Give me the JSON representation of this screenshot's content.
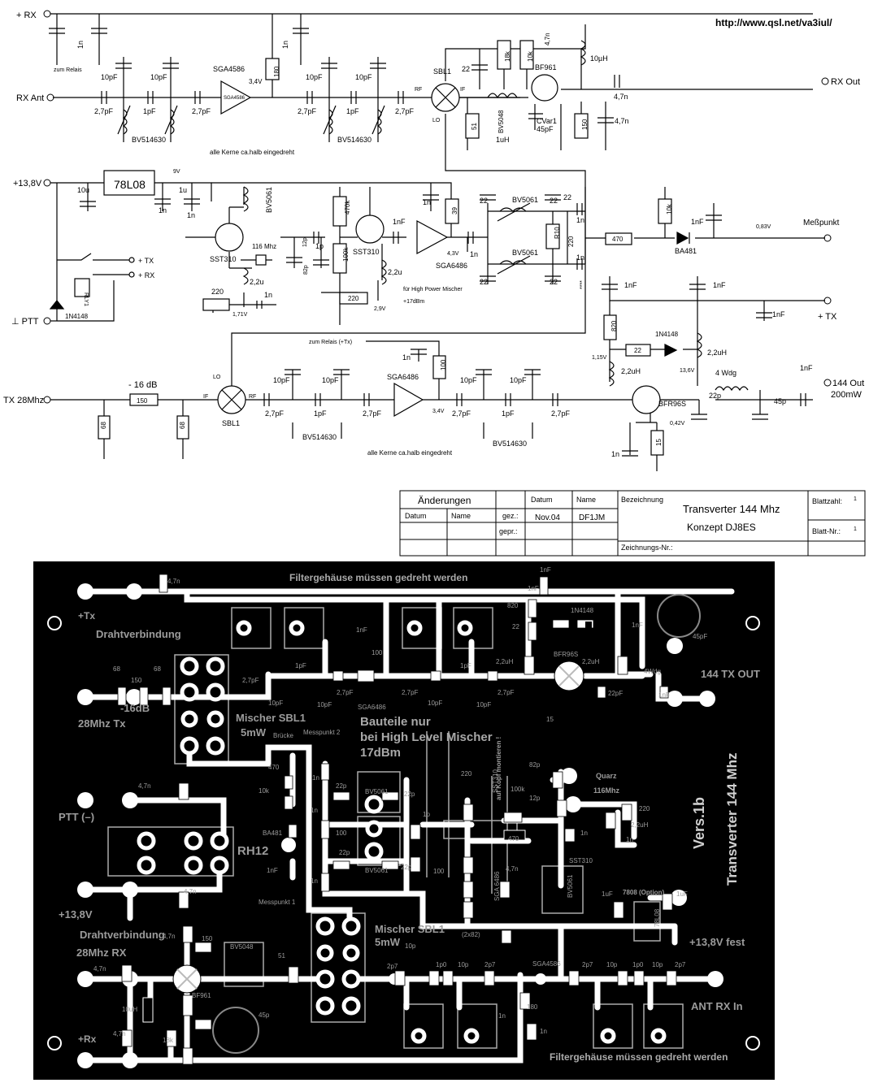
{
  "schematic": {
    "url": "http://www.qsl.net/va3iul/",
    "ports": {
      "rx": "+ RX",
      "rx_ant": "RX Ant",
      "rx_out": "RX Out",
      "v13_8": "+13,8V",
      "tx": "+ TX",
      "rx_sw": "+ RX",
      "ptt": "⊥ PTT",
      "tx28": "TX 28Mhz",
      "tx_right": "+ TX",
      "messpunkt": "Meßpunkt",
      "out144": "144 Out",
      "out_power": "200mW"
    },
    "rx_chain": {
      "c1n_a": "1n",
      "zum_relais": "zum Relais",
      "c10p_a": "10pF",
      "c10p_b": "10pF",
      "c27_a": "2,7pF",
      "c1p_a": "1pF",
      "c27_b": "2,7pF",
      "bv_a": "BV514630",
      "sga_name": "SGA4586",
      "sga_inner": "SGA4586",
      "r180": "180",
      "v34": "3,4V",
      "c1n_b": "1n",
      "c10p_c": "10pF",
      "c10p_d": "10pF",
      "c27_c": "2,7pF",
      "c1p_b": "1pF",
      "c27_d": "2,7pF",
      "bv_b": "BV514630",
      "kerne": "alle Kerne ca.halb eingedreht",
      "sbl": "SBL1",
      "rf": "RF",
      "if": "IF",
      "lo": "LO",
      "r51": "51",
      "c22": "22",
      "r18k": "18k",
      "r10k": "10k",
      "c47n_a": "4,7n",
      "l10u": "10µH",
      "bf961": "BF961",
      "bv5048": "BV5048",
      "l1u": "1uH",
      "cvar": "CVar1",
      "c45p": "45pF",
      "r150": "150",
      "c47n_b": "4,7n",
      "c47n_c": "4,7n"
    },
    "lo_chain": {
      "reg": "78L08",
      "v9": "9V",
      "c10u": "10u",
      "c1u": "1u",
      "c1n_a": "1n",
      "c1n_b": "1n",
      "bv5061": "BV5061",
      "sst310": "SST310",
      "xtal": "116 Mhz",
      "c12p": "12p",
      "c82p": "82p",
      "c1p": "1p",
      "l22u": "2,2u",
      "r220": "220",
      "c1n_c": "1n",
      "v171": "1,71V",
      "r470k": "470k",
      "r100k": "100k",
      "sst310b": "SST310",
      "l22u_b": "2,2u",
      "r220b": "220",
      "v29": "2,9V",
      "c1nF": "1nF",
      "sga6486": "SGA6486",
      "v43": "4,3V",
      "r39": "39",
      "c1n_d": "1n",
      "c1n_e": "1n",
      "note_hp": "für High Power Mischer",
      "note_dbm": "+17dBm"
    },
    "filter": {
      "c22_a": "22",
      "c22_b": "22",
      "c22_c": "22",
      "c22_d": "22",
      "c22_e": "22",
      "bv_a": "BV5061",
      "bv_b": "BV5061",
      "r10": "R10",
      "r220": "220",
      "c1n_a": "1n",
      "c1n_b": "1n",
      "r470": "470",
      "r10k": "10k",
      "c1nF": "1nF",
      "ba481": "BA481",
      "v083": "0,83V",
      "stars": "****"
    },
    "relay": {
      "rly": "RLY1",
      "diode": "1N4148"
    },
    "tx_chain": {
      "db": "- 16 dB",
      "r150": "150",
      "r68a": "68",
      "r68b": "68",
      "if": "IF",
      "rf": "RF",
      "lo": "LO",
      "sbl": "SBL1",
      "c10p_a": "10pF",
      "c10p_b": "10pF",
      "c27_a": "2,7pF",
      "c1p_a": "1pF",
      "c27_b": "2,7pF",
      "bv_a": "BV514630",
      "zum_relais": "zum Relais (+Tx)",
      "c1n": "1n",
      "sga": "SGA6486",
      "r100": "100",
      "v34": "3,4V",
      "c10p_c": "10pF",
      "c10p_d": "10pF",
      "c27_c": "2,7pF",
      "c1p_b": "1pF",
      "c27_d": "2,7pF",
      "bv_b": "BV514630",
      "kerne": "alle Kerne ca.halb eingedreht",
      "c1nF_a": "1nF",
      "c1nF_b": "1nF",
      "c1nF_c": "1nF",
      "r820": "820",
      "r22": "22",
      "d1n4148": "1N4148",
      "l22uh_a": "2,2uH",
      "l22uh_b": "2,2uH",
      "v115": "1,15V",
      "v136": "13,6V",
      "wdg": "4 Wdg",
      "c22p": "22p",
      "c45p": "45p",
      "bfr96s": "BFR96S",
      "v042": "0,42V",
      "r15": "15",
      "c1n_b": "1n",
      "c1nF_d": "1nF"
    },
    "title_block": {
      "aenderungen": "Änderungen",
      "datum": "Datum",
      "name": "Name",
      "datum2": "Datum",
      "name2": "Name",
      "gez": "gez.:",
      "gepr": "gepr.:",
      "date": "Nov.04",
      "author": "DF1JM",
      "bezeichnung": "Bezeichnung",
      "title": "Transverter 144 Mhz",
      "subtitle": "Konzept DJ8ES",
      "blattzahl": "Blattzahl:",
      "blattzahl_v": "1",
      "blattnr": "Blatt-Nr.:",
      "blattnr_v": "1",
      "zeichnr": "Zeichnungs-Nr.:"
    }
  },
  "pcb": {
    "filter_top": "Filtergehäuse müssen gedreht werden",
    "filter_bottom": "Filtergehäuse müssen gedreht werden",
    "plus_tx": "+Tx",
    "drahtverbindung_a": "Drahtverbindung",
    "drahtverbindung_b": "Drahtverbindung",
    "db16": "-16dB",
    "tx28": "28Mhz Tx",
    "mischer_a": "Mischer SBL1",
    "mw_a": "5mW",
    "ptt": "PTT (–)",
    "rh12": "RH12",
    "v138": "+13,8V",
    "rx28": "28Mhz RX",
    "mischer_b": "Mischer SBL1",
    "mw_b": "5mW",
    "plus_rx": "+Rx",
    "ant_rx": "ANT RX In",
    "tx144": "144 TX OUT",
    "bauteile_1": "Bauteile nur",
    "bauteile_2": "bei High Level Mischer",
    "bauteile_3": "17dBm",
    "vers": "Vers.1b",
    "title": "Transverter 144 Mhz",
    "fest": "+13,8V fest",
    "quarz": "Quarz",
    "q116": "116Mhz",
    "reg_opt": "7808 (Option)",
    "kopf": "auf Kopf montieren !",
    "small": {
      "c47a": "4,7n",
      "r68a": "68",
      "r150": "150",
      "r68b": "68",
      "c27a": "2,7pF",
      "c10a": "10pF",
      "c1a": "1pF",
      "c10b": "10pF",
      "c27b": "2,7pF",
      "sga6486": "SGA6486",
      "c100": "100",
      "c1nF_a": "1nF",
      "c27c": "2,7pF",
      "c10c": "10pF",
      "c1b": "1pF",
      "c10d": "10pF",
      "c27d": "2,7pF",
      "r820": "820",
      "r22": "22",
      "d4148": "1N4148",
      "bfr96": "BFR96S",
      "l22a": "2,2uH",
      "l22b": "2,2uH",
      "c1nF_b": "1nF",
      "wdg": "4Wdg",
      "c22p": "22pF",
      "c1nF_c": "1nF",
      "r15": "15",
      "c45p": "45pF",
      "c1nF_d": "1nF",
      "c1nF_e": "1nF",
      "bruecke": "Brücke",
      "mess2": "Messpunkt 2",
      "r470": "470",
      "r10k": "10k",
      "ba481": "BA481",
      "c1nF_f": "1nF",
      "c22p_a": "22p",
      "c22p_b": "22p",
      "c22p_c": "22p",
      "c22p_d": "22p",
      "bv5061a": "BV5061",
      "bv5061b": "BV5061",
      "r100": "100",
      "c1n_a": "1n",
      "c1n_b": "1n",
      "c1n_c": "1n",
      "r100b": "100",
      "c1p": "1p",
      "r220": "220",
      "sst310": "SST310",
      "r100k": "100k",
      "c12p": "12p",
      "c82p": "82p",
      "r470b": "470",
      "r220b": "220",
      "l22u": "2,2uH",
      "c1n_d": "1n",
      "c1n_e": "1n",
      "c47n_b": "4,7n",
      "sst310b": "SST310",
      "bv5061c": "BV5061",
      "sga6486b": "SGA 6486",
      "x82": "(2x82)",
      "c1uF_a": "1uF",
      "c1uF_b": "1uF",
      "reg": "78L08",
      "mess1": "Messpunkt 1",
      "c47n_c": "4,7n",
      "c47n_d": "4,7n",
      "c47n_e": "4,7n",
      "r150b": "150",
      "bv5048": "BV5048",
      "r51": "51",
      "c10p_e": "10p",
      "c2p7a": "2p7",
      "c1p0a": "1p0",
      "c10p_f": "10p",
      "c2p7b": "2p7",
      "sga4586": "SGA4586",
      "c2p7c": "2p7",
      "c10p_g": "10p",
      "c1p0b": "1p0",
      "c10p_h": "10p",
      "c2p7d": "2p7",
      "r180": "180",
      "c1n_f": "1n",
      "c1n_g": "1n",
      "bf961": "BF961",
      "c10u": "10uH",
      "r18k": "18k",
      "c45pb": "45p",
      "c47n_f": "4,7n",
      "c47n_g": "4,7n"
    }
  }
}
